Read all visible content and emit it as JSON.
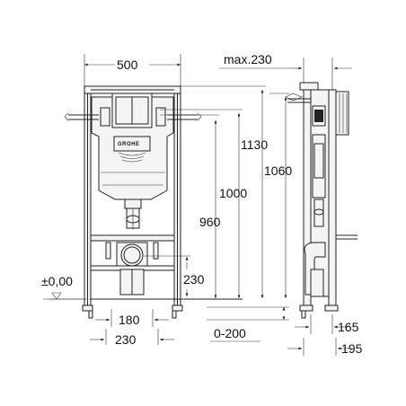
{
  "dimensions": {
    "width_top": "500",
    "max_depth": "max.230",
    "height_1130": "1130",
    "height_1060": "1060",
    "height_1000": "1000",
    "height_960": "960",
    "height_230": "230",
    "floor_level": "±0,00",
    "spacing_180": "180",
    "spacing_230": "230",
    "range_0_200": "0-200",
    "depth_165": "165",
    "depth_195": "195"
  },
  "logo": {
    "brand": "GROHE"
  },
  "colors": {
    "line": "#222222",
    "background": "#ffffff"
  }
}
